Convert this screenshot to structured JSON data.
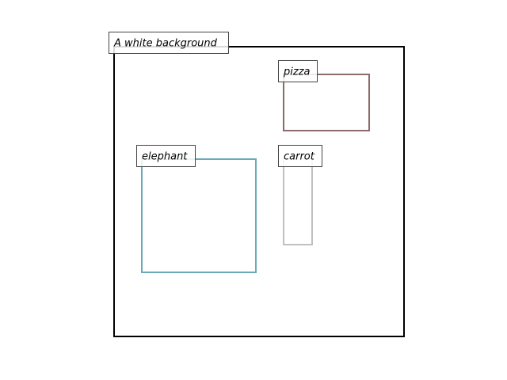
{
  "scene": {
    "caption": "A white background",
    "frame_color": "#000000"
  },
  "objects": [
    {
      "label": "pizza",
      "color": "#8c6c6a"
    },
    {
      "label": "elephant",
      "color": "#6aaab8"
    },
    {
      "label": "carrot",
      "color": "#c0c0c0"
    }
  ]
}
